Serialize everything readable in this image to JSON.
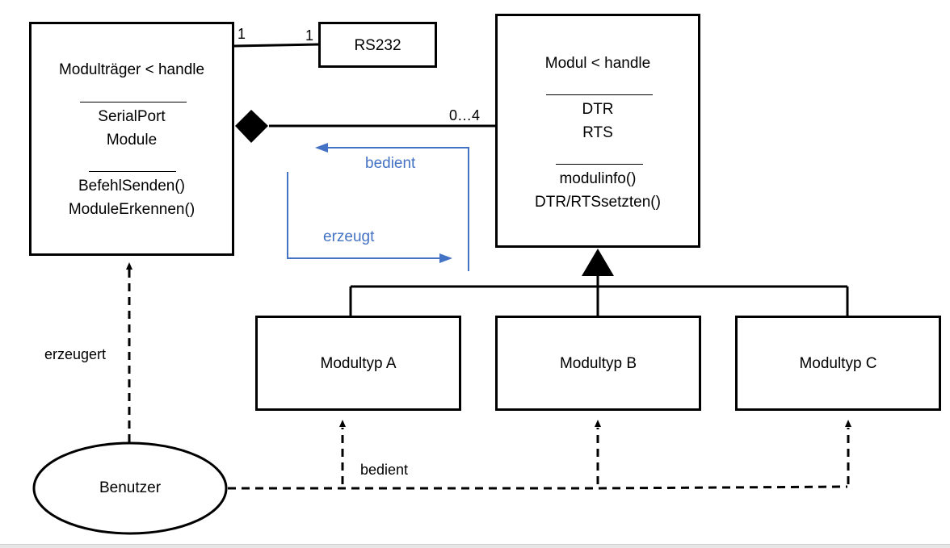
{
  "classes": {
    "modultraeger": {
      "title": "Modulträger < handle",
      "attributes": [
        "SerialPort",
        "Module"
      ],
      "methods": [
        "BefehlSenden()",
        "ModuleErkennen()"
      ]
    },
    "rs232": {
      "title": "RS232"
    },
    "modul": {
      "title": "Modul < handle",
      "attributes": [
        "DTR",
        "RTS"
      ],
      "methods": [
        "modulinfo()",
        "DTR/RTSsetzten()"
      ]
    },
    "modultyp_a": {
      "title": "Modultyp A"
    },
    "modultyp_b": {
      "title": "Modultyp B"
    },
    "modultyp_c": {
      "title": "Modultyp C"
    },
    "benutzer": {
      "title": "Benutzer"
    }
  },
  "multiplicities": {
    "rs232_left": "1",
    "rs232_right": "1",
    "composition": "0…4"
  },
  "labels": {
    "bedient_blue": "bedient",
    "erzeugt_blue": "erzeugt",
    "erzeugert": "erzeugert",
    "bedient_bottom": "bedient"
  },
  "colors": {
    "line": "#000000",
    "accent": "#4472c4"
  }
}
